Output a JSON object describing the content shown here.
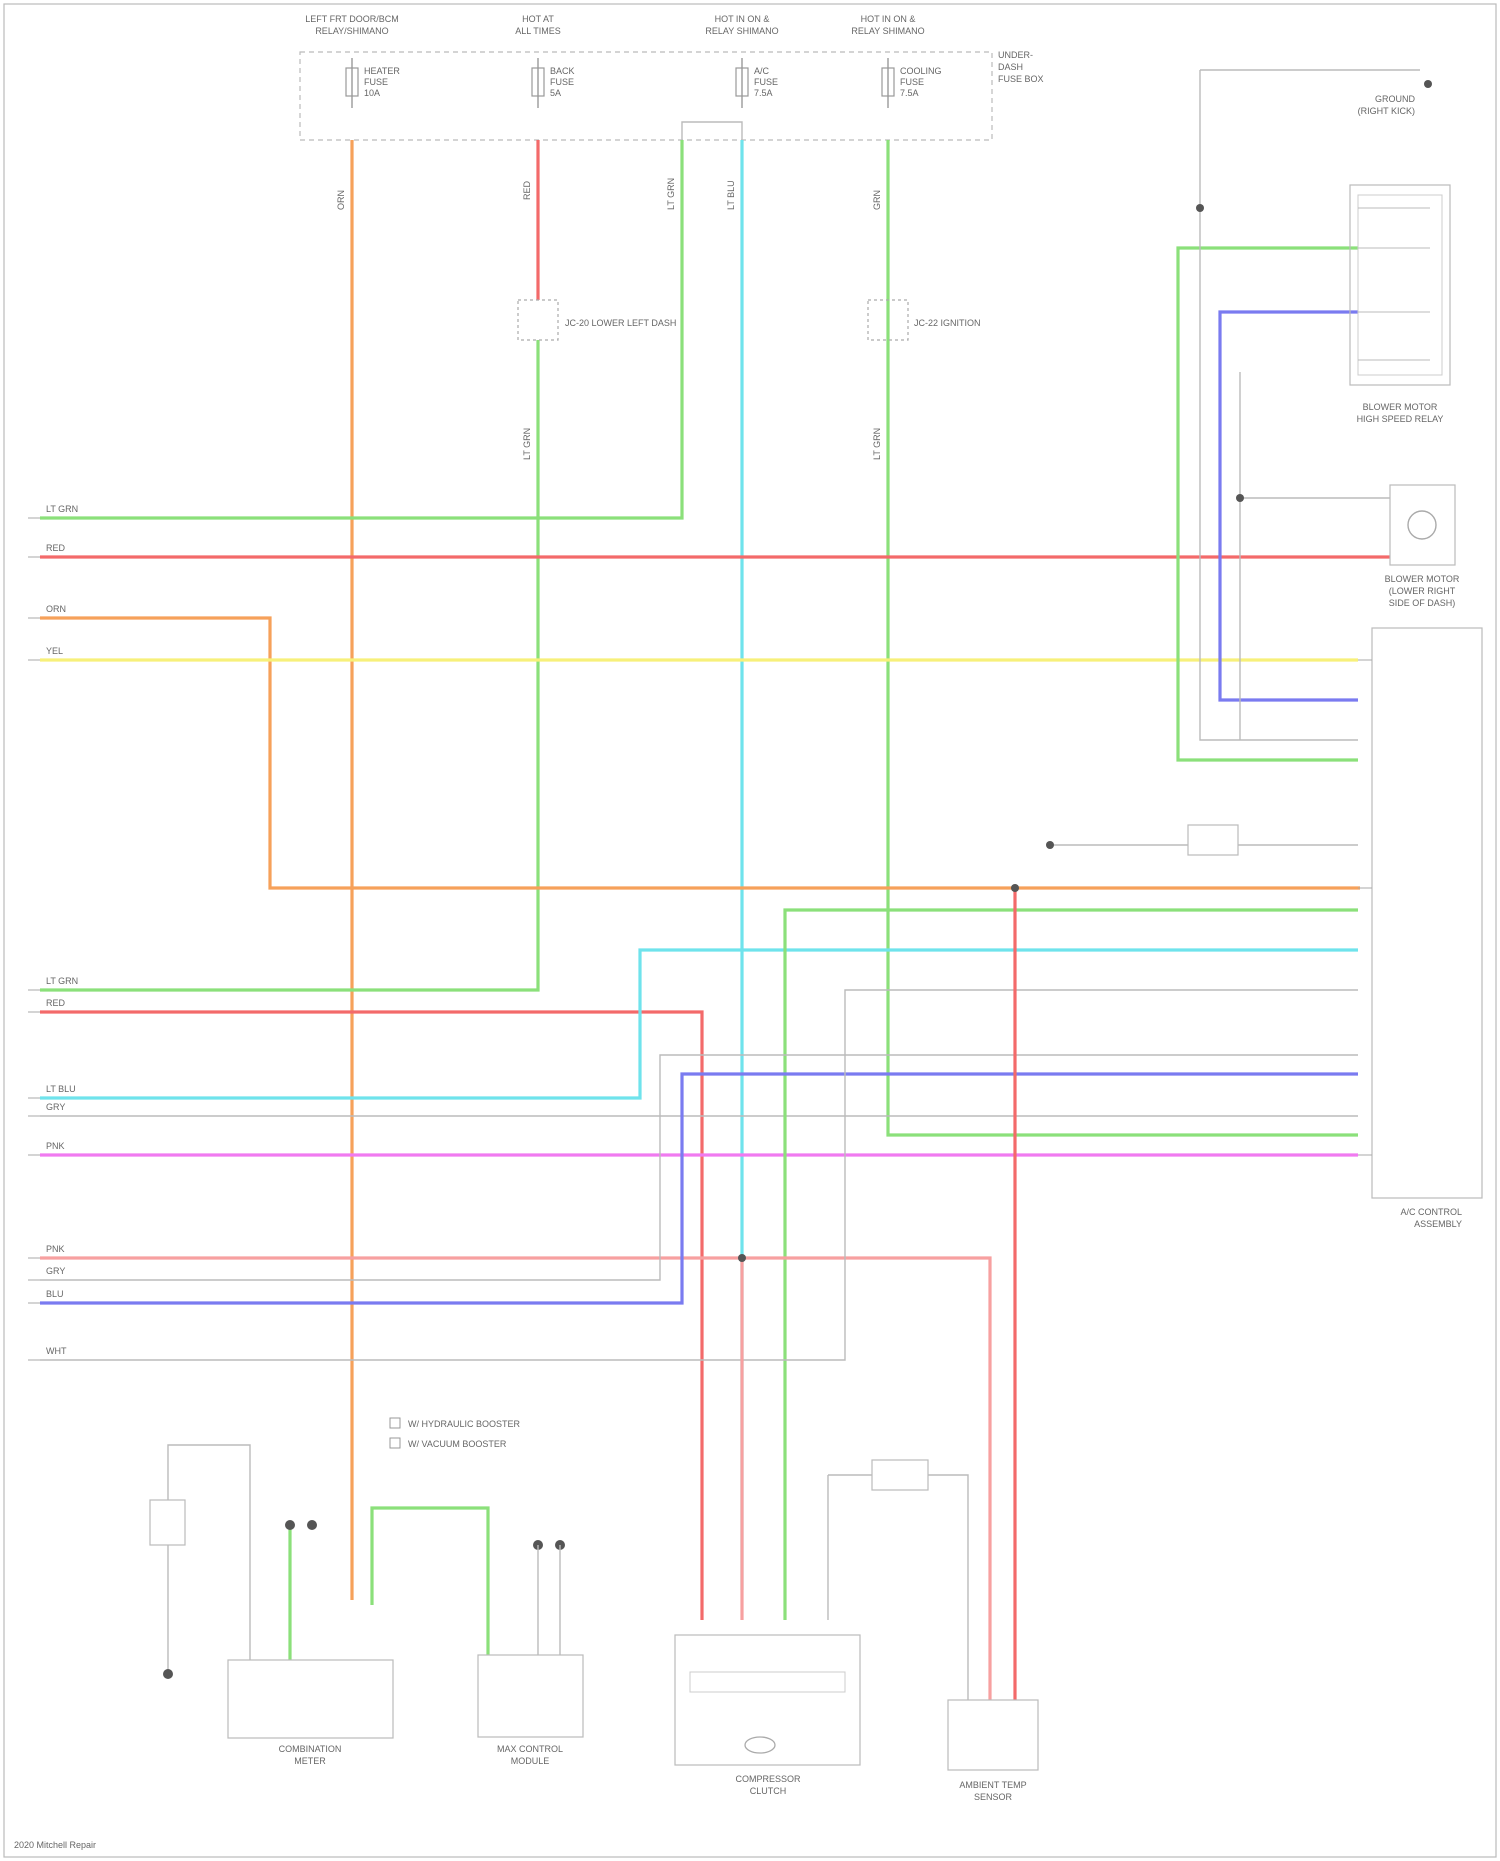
{
  "diagram": {
    "fuse_headers": [
      {
        "id": "f1",
        "line1": "LEFT FRT DOOR/BCM",
        "line2": "RELAY/SHIMANO"
      },
      {
        "id": "f2",
        "line1": "HOT AT",
        "line2": "ALL TIMES"
      },
      {
        "id": "f3",
        "line1": "HOT IN ON &",
        "line2": "RELAY SHIMANO"
      },
      {
        "id": "f4",
        "line1": "HOT IN ON &",
        "line2": "RELAY SHIMANO"
      }
    ],
    "fuse_labels": [
      {
        "id": "fu1",
        "line1": "HEATER",
        "line2": "FUSE",
        "line3": "10A"
      },
      {
        "id": "fu2",
        "line1": "BACK",
        "line2": "FUSE",
        "line3": "5A"
      },
      {
        "id": "fu3",
        "line1": "A/C",
        "line2": "FUSE",
        "line3": "7.5A"
      },
      {
        "id": "fu4",
        "line1": "COOLING",
        "line2": "FUSE",
        "line3": "7.5A"
      }
    ],
    "fuse_box_label": {
      "line1": "UNDER-",
      "line2": "DASH",
      "line3": "FUSE BOX"
    },
    "wire_labels": [
      {
        "id": "w-or-top",
        "text": "ORN"
      },
      {
        "id": "w-rd-top",
        "text": "RED"
      },
      {
        "id": "w-lg-top",
        "text": "LT GRN"
      },
      {
        "id": "w-lb-top",
        "text": "LT BLU"
      },
      {
        "id": "w-gn-top",
        "text": "GRN"
      },
      {
        "id": "w-lg-mid",
        "text": "LT GRN"
      },
      {
        "id": "w-gn-mid",
        "text": "LT GRN"
      },
      {
        "id": "l-ltgrn-1",
        "text": "LT GRN"
      },
      {
        "id": "l-red-1",
        "text": "RED"
      },
      {
        "id": "l-orn-1",
        "text": "ORN"
      },
      {
        "id": "l-yel-1",
        "text": "YEL"
      },
      {
        "id": "l-ltgrn-2",
        "text": "LT GRN"
      },
      {
        "id": "l-red-2",
        "text": "RED"
      },
      {
        "id": "l-ltblu-3",
        "text": "LT BLU"
      },
      {
        "id": "l-gry-3",
        "text": "GRY"
      },
      {
        "id": "l-pnk-3",
        "text": "PNK"
      },
      {
        "id": "l-pnk-4",
        "text": "PNK"
      },
      {
        "id": "l-gry-4",
        "text": "GRY"
      },
      {
        "id": "l-blu-4",
        "text": "BLU"
      },
      {
        "id": "l-wht-5",
        "text": "WHT"
      }
    ],
    "connectors_top": [
      {
        "id": "c1",
        "text": "JC-20 LOWER LEFT DASH"
      },
      {
        "id": "c2",
        "text": "JC-22 IGNITION"
      }
    ],
    "right_components": [
      {
        "id": "rc1",
        "line1": "BLOWER MOTOR",
        "line2": "HIGH SPEED RELAY"
      },
      {
        "id": "rc2",
        "line1": "BLOWER MOTOR",
        "line2": "(LOWER RIGHT",
        "line3": "SIDE OF DASH)"
      },
      {
        "id": "rc3",
        "line1": "A/C CONTROL",
        "line2": "ASSEMBLY"
      }
    ],
    "right_top": {
      "line1": "GROUND",
      "line2": "(RIGHT KICK)"
    },
    "bottom_components": [
      {
        "id": "b1",
        "line1": "COMBINATION",
        "line2": "METER"
      },
      {
        "id": "b2",
        "line1": "MAX CONTROL",
        "line2": "MODULE"
      },
      {
        "id": "b3",
        "line1": "COMPRESSOR",
        "line2": "CLUTCH"
      },
      {
        "id": "b4",
        "line1": "AMBIENT TEMP",
        "line2": "SENSOR"
      }
    ],
    "legend": [
      {
        "id": "lg1",
        "text": "W/ HYDRAULIC BOOSTER"
      },
      {
        "id": "lg2",
        "text": "W/ VACUUM BOOSTER"
      }
    ],
    "footer": "2020 Mitchell Repair"
  }
}
